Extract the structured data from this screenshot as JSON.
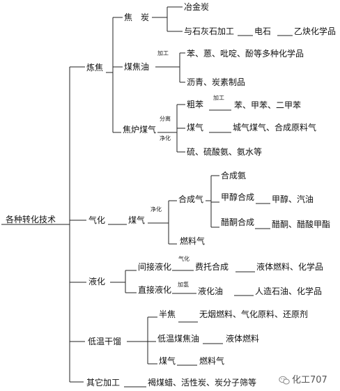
{
  "root": "各种转化技术",
  "coking": {
    "label": "炼焦",
    "coke": {
      "label": "焦　炭",
      "metallurgical": "冶金炭",
      "lime": "与石灰石加工",
      "carbide": "电石",
      "acetylene": "乙炔化学品"
    },
    "tar": {
      "label": "煤焦油",
      "process_note": "加工",
      "aromatics": "苯、蒽、吡啶、酚等多种化学品",
      "asphalt": "沥青、炭素制品"
    },
    "oven_gas": {
      "label": "焦炉煤气",
      "separation_note": "分离",
      "purify_note": "净化",
      "crude_benzene": "粗苯",
      "process_note": "加工",
      "benzenes": "苯、甲苯、二甲苯",
      "gas": "煤气",
      "gas_uses": "城气煤气、合成原料气",
      "sulfur": "硫、硫酸氨、氨水等"
    }
  },
  "gasification": {
    "label": "气化",
    "gas": "煤气",
    "purify_note": "净化",
    "syngas": {
      "label": "合成气",
      "ammonia": "合成氨",
      "methanol_synth": "甲醇合成",
      "methanol_products": "甲醇、汽油",
      "ketone_synth": "醋酮合成",
      "ketone_products": "醋酮、醋酸甲酯"
    },
    "fuel_gas": "燃料气"
  },
  "liquefaction": {
    "label": "液化",
    "indirect": {
      "label": "间接液化",
      "note": "气化",
      "ft": "费托合成",
      "products": "液体燃料、化学品"
    },
    "direct": {
      "label": "直接液化",
      "note": "加氢",
      "oil": "液化油",
      "products": "人造石油、化学品"
    }
  },
  "low_temp": {
    "label": "低温干馏",
    "semicoke": "半焦",
    "semicoke_uses": "无烟燃料、气化原料、还原剂",
    "tar": "低温煤焦油",
    "tar_uses": "液体燃料",
    "gas": "煤气",
    "gas_uses": "燃料气"
  },
  "other": {
    "label": "其它加工",
    "products": "褐煤蜡、活性炭、炭分子筛等"
  },
  "watermark": "化工707"
}
